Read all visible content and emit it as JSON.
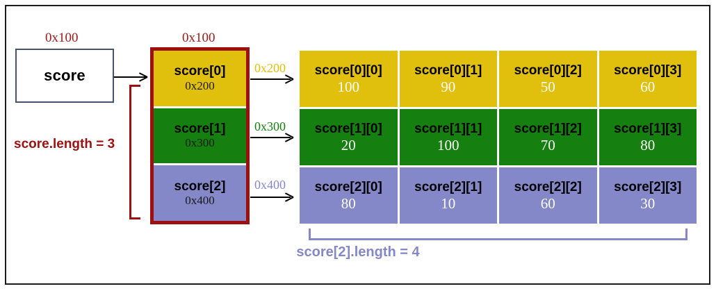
{
  "diagram": {
    "title_variable": "score",
    "variable_address": "0x100",
    "pointer_array_address": "0x100",
    "pointer_rows": [
      {
        "name": "score[0]",
        "address": "0x200",
        "color": "#E0C00C"
      },
      {
        "name": "score[1]",
        "address": "0x300",
        "color": "#15800F"
      },
      {
        "name": "score[2]",
        "address": "0x400",
        "color": "#8487C8"
      }
    ],
    "arrow_addresses": [
      {
        "text": "0x200",
        "color": "#E0C00C"
      },
      {
        "text": "0x300",
        "color": "#15800F"
      },
      {
        "text": "0x400",
        "color": "#8487C8"
      }
    ],
    "grid": {
      "rows": [
        {
          "color": "#E0C00C",
          "cells": [
            {
              "label": "score[0][0]",
              "value": "100"
            },
            {
              "label": "score[0][1]",
              "value": "90"
            },
            {
              "label": "score[0][2]",
              "value": "50"
            },
            {
              "label": "score[0][3]",
              "value": "60"
            }
          ]
        },
        {
          "color": "#15800F",
          "cells": [
            {
              "label": "score[1][0]",
              "value": "20"
            },
            {
              "label": "score[1][1]",
              "value": "100"
            },
            {
              "label": "score[1][2]",
              "value": "70"
            },
            {
              "label": "score[1][3]",
              "value": "80"
            }
          ]
        },
        {
          "color": "#8487C8",
          "cells": [
            {
              "label": "score[2][0]",
              "value": "80"
            },
            {
              "label": "score[2][1]",
              "value": "10"
            },
            {
              "label": "score[2][2]",
              "value": "60"
            },
            {
              "label": "score[2][3]",
              "value": "30"
            }
          ]
        }
      ]
    },
    "annotations": {
      "outer_length": "score.length = 3",
      "inner_length": "score[2].length = 4"
    },
    "colors": {
      "yellow": "#E0C00C",
      "green": "#15800F",
      "blue": "#8487C8",
      "dark_red": "#9e1010",
      "address_red": "#9e1a1a",
      "box_border": "#44546a"
    }
  }
}
